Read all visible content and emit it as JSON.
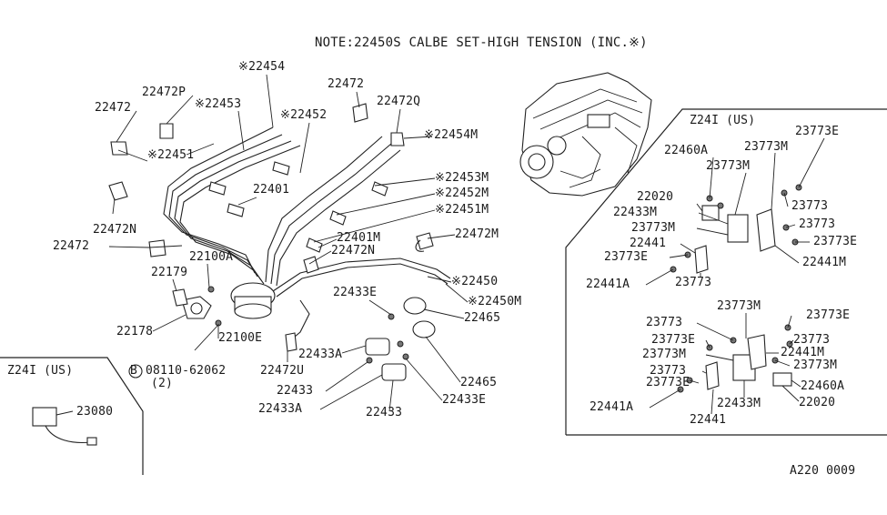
{
  "note": "NOTE:22450S CALBE SET-HIGH TENSION (INC.※)",
  "section_main": "Z24I (US)",
  "section_left": "Z24I (US)",
  "footer_code": "A220 0009",
  "part_labels": {
    "l01": "※22454",
    "l02": "22472P",
    "l03": "※22453",
    "l04": "22472",
    "l05": "22472Q",
    "l06": "22472",
    "l07": "※22452",
    "l08": "※22454M",
    "l09": "※22451",
    "l10": "22401",
    "l11": "※22453M",
    "l12": "※22452M",
    "l13": "22472N",
    "l14": "※22451M",
    "l15": "22472",
    "l16": "22401M",
    "l17": "22472M",
    "l18": "22472N",
    "l19": "22100A",
    "l20": "22179",
    "l21": "※22450",
    "l22": "22433E",
    "l23": "※22450M",
    "l24": "22465",
    "l25": "22178",
    "l26": "22100E",
    "l27": "22433A",
    "l28": "08110-62062",
    "l29": "(2)",
    "l30": "22472U",
    "l31": "22465",
    "l32": "22433",
    "l33": "22433E",
    "l34": "22433A",
    "l35": "22433",
    "l36": "23080",
    "r01": "22460A",
    "r02": "23773M",
    "r03": "23773E",
    "r04": "23773M",
    "r05": "22020",
    "r06": "23773",
    "r07": "22433M",
    "r08": "23773",
    "r09": "23773M",
    "r10": "23773E",
    "r11": "22441",
    "r12": "23773E",
    "r13": "22441M",
    "r14": "22441A",
    "r15": "23773",
    "r16": "23773M",
    "r17": "23773",
    "r18": "23773E",
    "r19": "23773E",
    "r20": "23773",
    "r21": "23773M",
    "r22": "22441M",
    "r23": "23773",
    "r24": "23773M",
    "r25": "23773E",
    "r26": "22460A",
    "r27": "22441A",
    "r28": "22433M",
    "r29": "22020",
    "r30": "22441"
  },
  "bolt_marker": "B"
}
